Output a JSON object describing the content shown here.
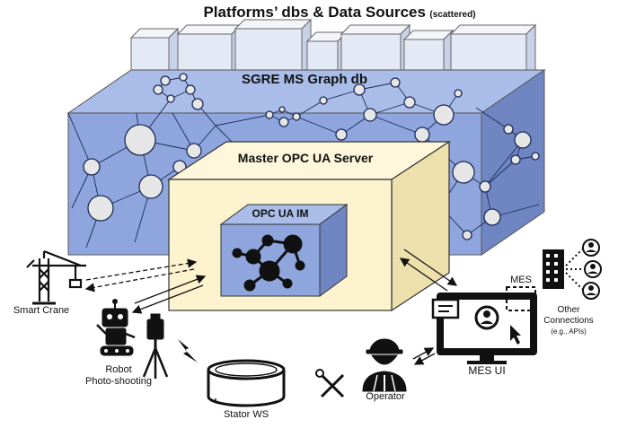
{
  "title": {
    "main": "Platforms’ dbs & Data Sources",
    "suffix": "(scattered)"
  },
  "graph_db": {
    "label": "SGRE MS Graph db"
  },
  "opc_server": {
    "label": "Master OPC UA Server"
  },
  "opc_im": {
    "label": "OPC UA IM"
  },
  "nodes": {
    "smart_crane": "Smart Crane",
    "robot_line1": "Robot",
    "robot_line2": "Photo-shooting",
    "stator": "Stator WS",
    "operator": "Operator",
    "mes_ui": "MES UI",
    "mes": "MES",
    "other_line1": "Other",
    "other_line2": "Connections",
    "other_line3": "(e.g., APIs)"
  },
  "colors": {
    "db_blue": "#8ea6dd",
    "db_top": "#a9bde8",
    "db_side": "#6f86c2",
    "server_front": "#fdf3cf",
    "server_side": "#ede0ad",
    "bars": "#e4e9f6",
    "node_fill": "#e6e6e6"
  }
}
